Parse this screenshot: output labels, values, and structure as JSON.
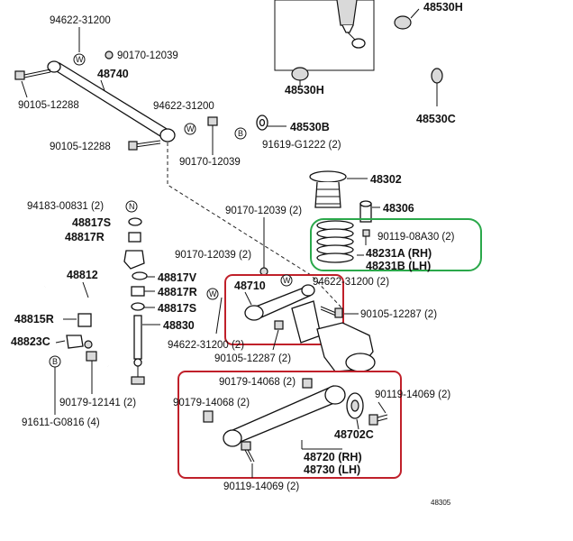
{
  "labels": {
    "l_94622_31200_a": "94622-31200",
    "l_90170_12039_a": "90170-12039",
    "l_48740": "48740",
    "l_90105_12288_a": "90105-12288",
    "l_94622_31200_b": "94622-31200",
    "l_90105_12288_b": "90105-12288",
    "l_90170_12039_b": "90170-12039",
    "l_48530h_a": "48530H",
    "l_48530h_b": "48530H",
    "l_48530c": "48530C",
    "l_48530b": "48530B",
    "l_91619": "91619-G1222 (2)",
    "l_48302": "48302",
    "l_48306": "48306",
    "l_94183": "94183-00831 (2)",
    "l_48817s_a": "48817S",
    "l_48817r_a": "48817R",
    "l_90170_12039_c": "90170-12039 (2)",
    "l_90119_08a30": "90119-08A30 (2)",
    "l_48231a": "48231A (RH)",
    "l_48231b": "48231B (LH)",
    "l_48812": "48812",
    "l_90170_12039_d": "90170-12039 (2)",
    "l_48817v": "48817V",
    "l_48817r_b": "48817R",
    "l_48817s_b": "48817S",
    "l_48815r": "48815R",
    "l_48830": "48830",
    "l_48823c": "48823C",
    "l_48710": "48710",
    "l_94622_31200_c": "94622-31200 (2)",
    "l_90105_12287_a": "90105-12287 (2)",
    "l_94622_31200_d": "94622-31200 (2)",
    "l_90105_12287_b": "90105-12287 (2)",
    "l_90179_12141": "90179-12141 (2)",
    "l_91611": "91611-G0816 (4)",
    "l_90179_14068_a": "90179-14068 (2)",
    "l_90179_14068_b": "90179-14068 (2)",
    "l_90119_14069_a": "90119-14069 (2)",
    "l_48702c": "48702C",
    "l_48720": "48720 (RH)",
    "l_48730": "48730 (LH)",
    "l_90119_14069_b": "90119-14069 (2)",
    "l_48305": "48305"
  },
  "markers": {
    "w": "W",
    "b": "B",
    "n": "N"
  },
  "colors": {
    "highlight_red": "#c0202a",
    "highlight_green": "#2aa84a"
  }
}
